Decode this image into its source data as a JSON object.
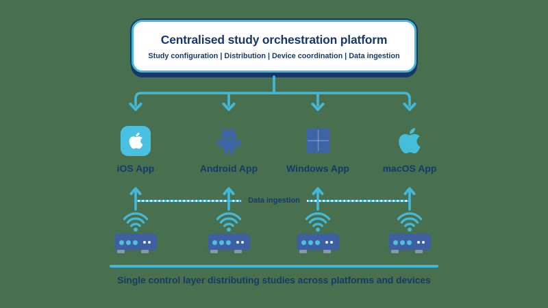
{
  "colors": {
    "background": "#48704F",
    "cyan": "#44B8D8",
    "navy": "#17396A",
    "steel_blue": "#3E63A6",
    "icon_cyan": "#4AC1E0",
    "mac_cyan": "#45BEDC",
    "router_blue": "#3E5FA0",
    "foot_gray": "#8A98AB",
    "box_fill": "#FFFFFF"
  },
  "header_box": {
    "title": "Centralised study orchestration platform",
    "subtitle": "Study configuration | Distribution | Device coordination | Data ingestion"
  },
  "platforms": [
    {
      "label": "iOS App",
      "icon": "ios-app-icon"
    },
    {
      "label": "Android App",
      "icon": "android-icon"
    },
    {
      "label": "Windows App",
      "icon": "windows-icon"
    },
    {
      "label": "macOS App",
      "icon": "macos-apple-icon"
    }
  ],
  "data_flow_label": "Data ingestion",
  "devices": {
    "icon": "wifi-router-icon",
    "count": 4
  },
  "caption": "Single control layer distributing studies across platforms and devices"
}
